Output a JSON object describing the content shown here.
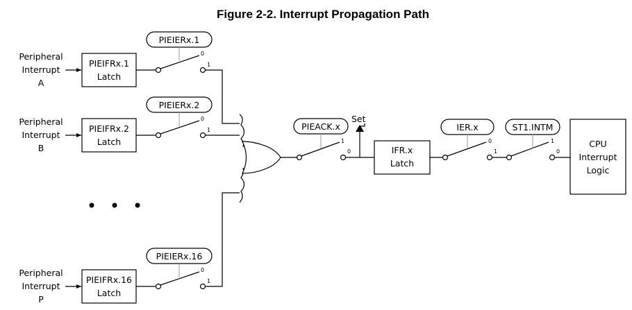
{
  "title": "Figure 2-2. Interrupt Propagation Path",
  "inputs": [
    {
      "line1": "Peripheral",
      "line2": "Interrupt",
      "letter": "A",
      "latch_line1": "PIEIFRx.1",
      "latch_line2": "Latch",
      "enable": "PIEIERx.1"
    },
    {
      "line1": "Peripheral",
      "line2": "Interrupt",
      "letter": "B",
      "latch_line1": "PIEIFRx.2",
      "latch_line2": "Latch",
      "enable": "PIEIERx.2"
    },
    {
      "line1": "Peripheral",
      "line2": "Interrupt",
      "letter": "P",
      "latch_line1": "PIEIFRx.16",
      "latch_line2": "Latch",
      "enable": "PIEIERx.16"
    }
  ],
  "switch_pins": {
    "zero": "0",
    "one": "1"
  },
  "pieack": {
    "label": "PIEACK.x",
    "set_label": "Set"
  },
  "ifr": {
    "line1": "IFR.x",
    "line2": "Latch"
  },
  "ier": {
    "label": "IER.x"
  },
  "intm": {
    "label": "ST1.INTM"
  },
  "cpu": {
    "line1": "CPU",
    "line2": "Interrupt",
    "line3": "Logic"
  }
}
